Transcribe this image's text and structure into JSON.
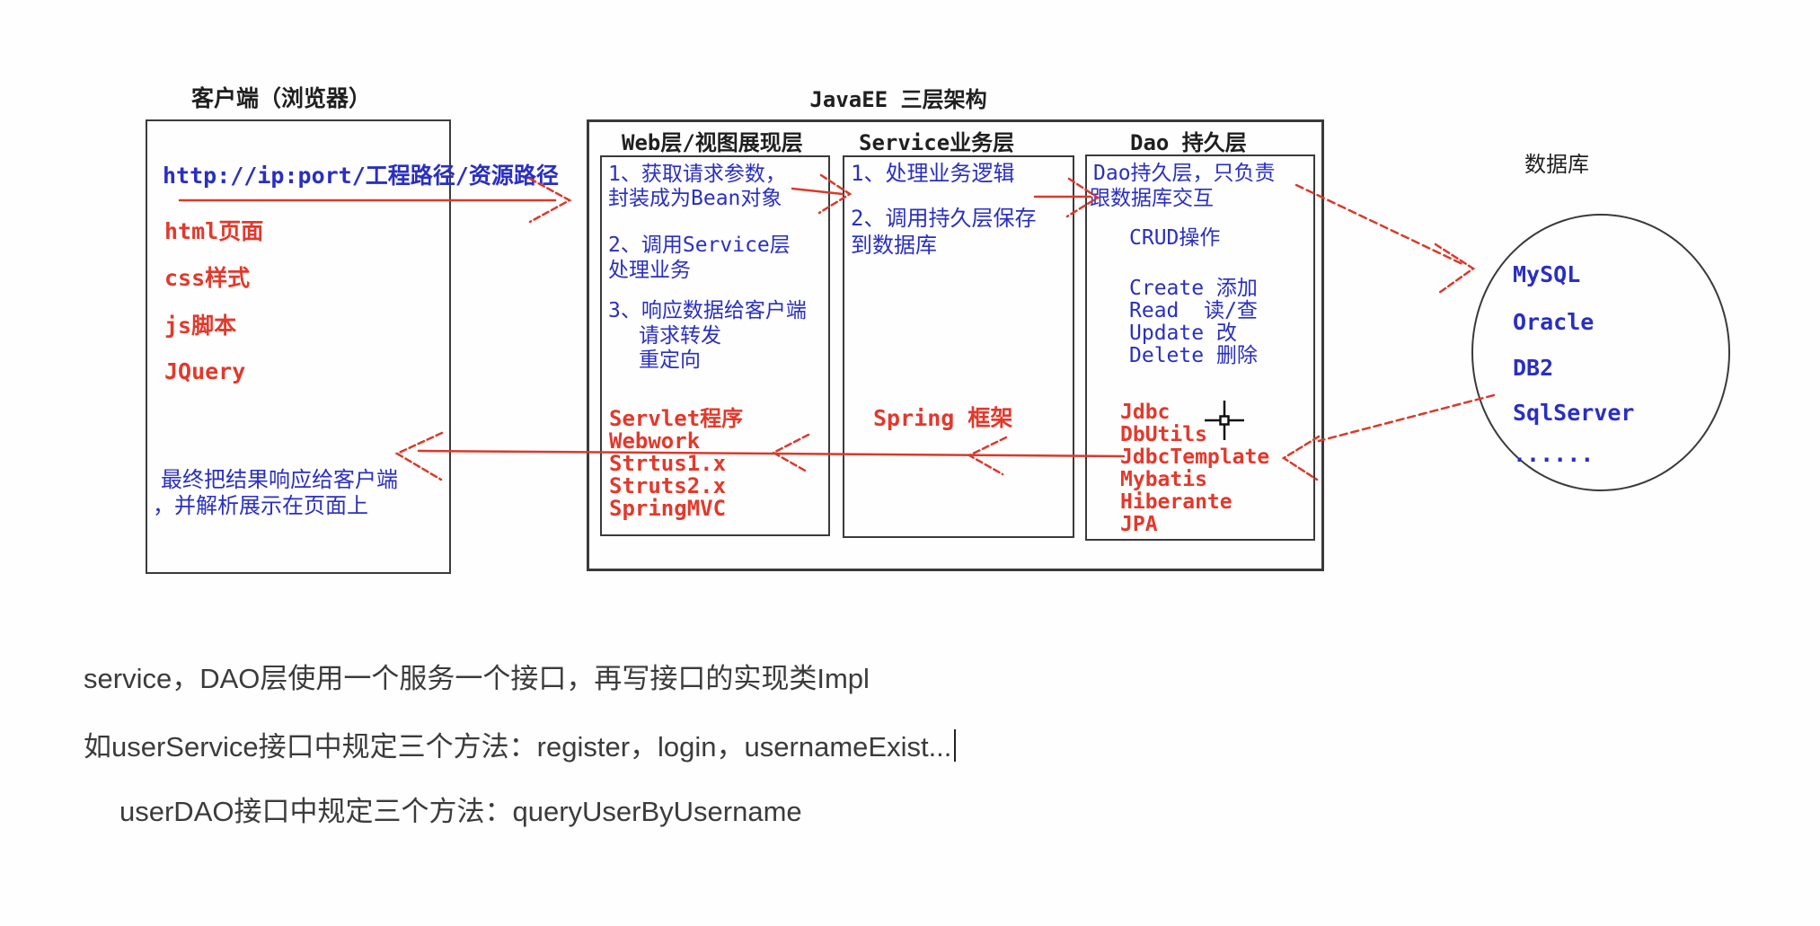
{
  "colors": {
    "blue_text": "#2a2fc0",
    "red_text": "#e2392c",
    "arrow_red": "#d93a2b",
    "box_border": "#3a3a3a",
    "note_ink": "#3b3b3b"
  },
  "client": {
    "title": "客户端（浏览器）",
    "url": "http://ip:port/工程路径/资源路径",
    "tech_items": [
      "html页面",
      "css样式",
      "js脚本",
      "JQuery"
    ],
    "footer_line1": "最终把结果响应给客户端",
    "footer_line2": "，并解析展示在页面上"
  },
  "javaee": {
    "title": "JavaEE 三层架构",
    "web": {
      "header": "Web层/视图展现层",
      "lines": [
        "1、获取请求参数，",
        "封装成为Bean对象",
        "2、调用Service层",
        "处理业务",
        "3、响应数据给客户端",
        "请求转发",
        "重定向"
      ],
      "frameworks": [
        "Servlet程序",
        "Webwork",
        "Strtus1.x",
        "Struts2.x",
        "SpringMVC"
      ]
    },
    "service": {
      "header": "Service业务层",
      "lines": [
        "1、处理业务逻辑",
        "2、调用持久层保存",
        "到数据库"
      ],
      "framework": "Spring 框架"
    },
    "dao": {
      "header": "Dao 持久层",
      "lines": [
        "Dao持久层，只负责",
        "跟数据库交互",
        "CRUD操作",
        "Create 添加",
        "Read  读/查",
        "Update 改",
        "Delete 删除"
      ],
      "technologies": [
        "Jdbc",
        "DbUtils",
        "JdbcTemplate",
        "Mybatis",
        "Hiberante",
        "JPA"
      ]
    }
  },
  "database": {
    "label": "数据库",
    "items": [
      "MySQL",
      "Oracle",
      "DB2",
      "SqlServer",
      "......"
    ]
  },
  "notes": {
    "line1": "service，DAO层使用一个服务一个接口，再写接口的实现类Impl",
    "line2": "如userService接口中规定三个方法：register，login，usernameExist...",
    "line3": "userDAO接口中规定三个方法：queryUserByUsername"
  }
}
